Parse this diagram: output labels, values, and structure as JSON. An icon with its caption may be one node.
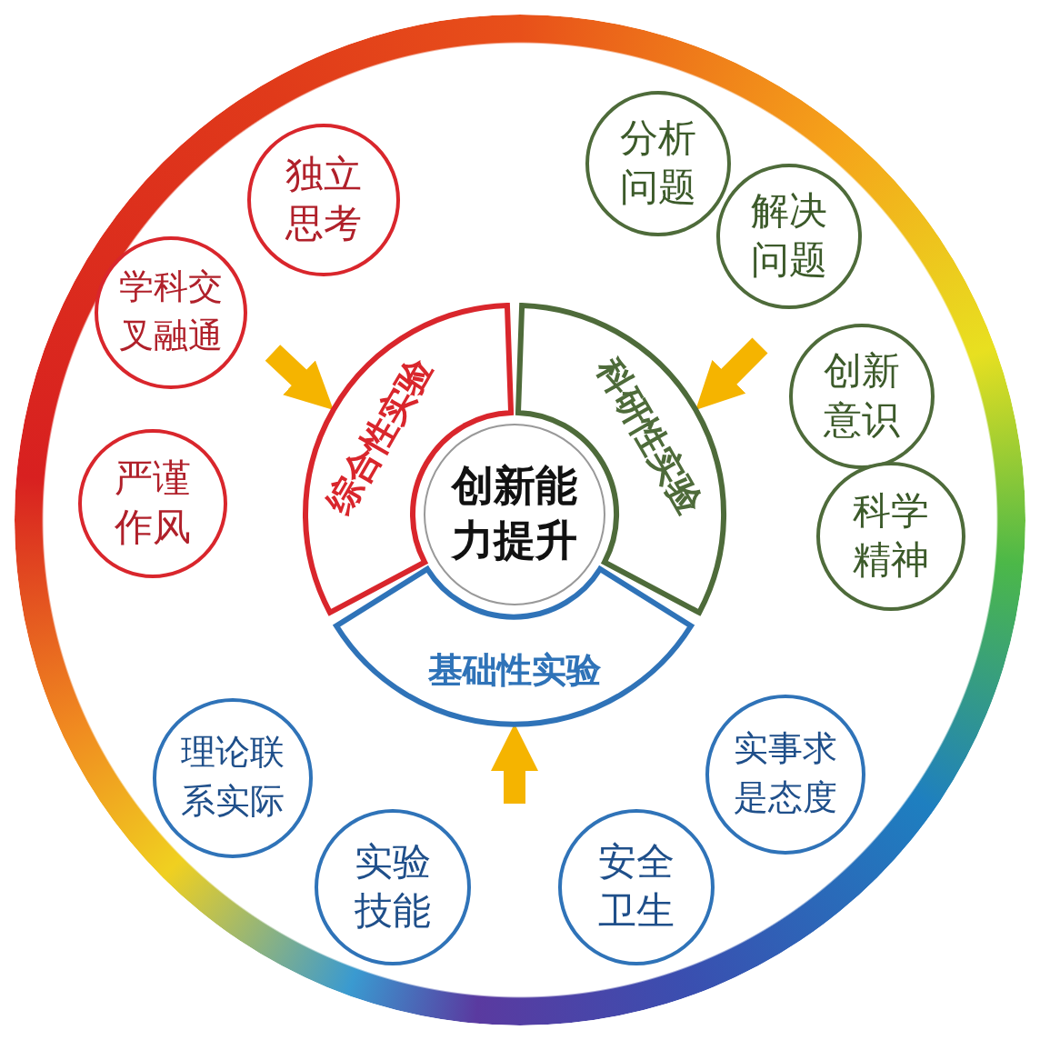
{
  "diagram": {
    "nodes": [
      {
        "text": [
          "创新能力提升"
        ]
      },
      {
        "text": [
          "综合性实验"
        ]
      },
      {
        "text": [
          "科研性实验"
        ]
      },
      {
        "text": [
          "基础性实验"
        ]
      },
      {
        "text": [
          "独立思考"
        ]
      },
      {
        "text": [
          "学科交叉融通"
        ]
      },
      {
        "text": [
          "严谨作风"
        ]
      },
      {
        "text": [
          "分析问题"
        ]
      },
      {
        "text": [
          "解决问题"
        ]
      },
      {
        "text": [
          "创新意识"
        ]
      },
      {
        "text": [
          "科学精神"
        ]
      },
      {
        "text": [
          "理论联系实际"
        ]
      },
      {
        "text": [
          "实验技能"
        ]
      },
      {
        "text": [
          "安全卫生"
        ]
      },
      {
        "text": [
          "实事求是态度"
        ]
      }
    ],
    "edges": [
      {
        "from": null,
        "to": 1,
        "arrow": "to"
      },
      {
        "from": null,
        "to": 2,
        "arrow": "to"
      },
      {
        "from": null,
        "to": 3,
        "arrow": "to"
      }
    ]
  }
}
